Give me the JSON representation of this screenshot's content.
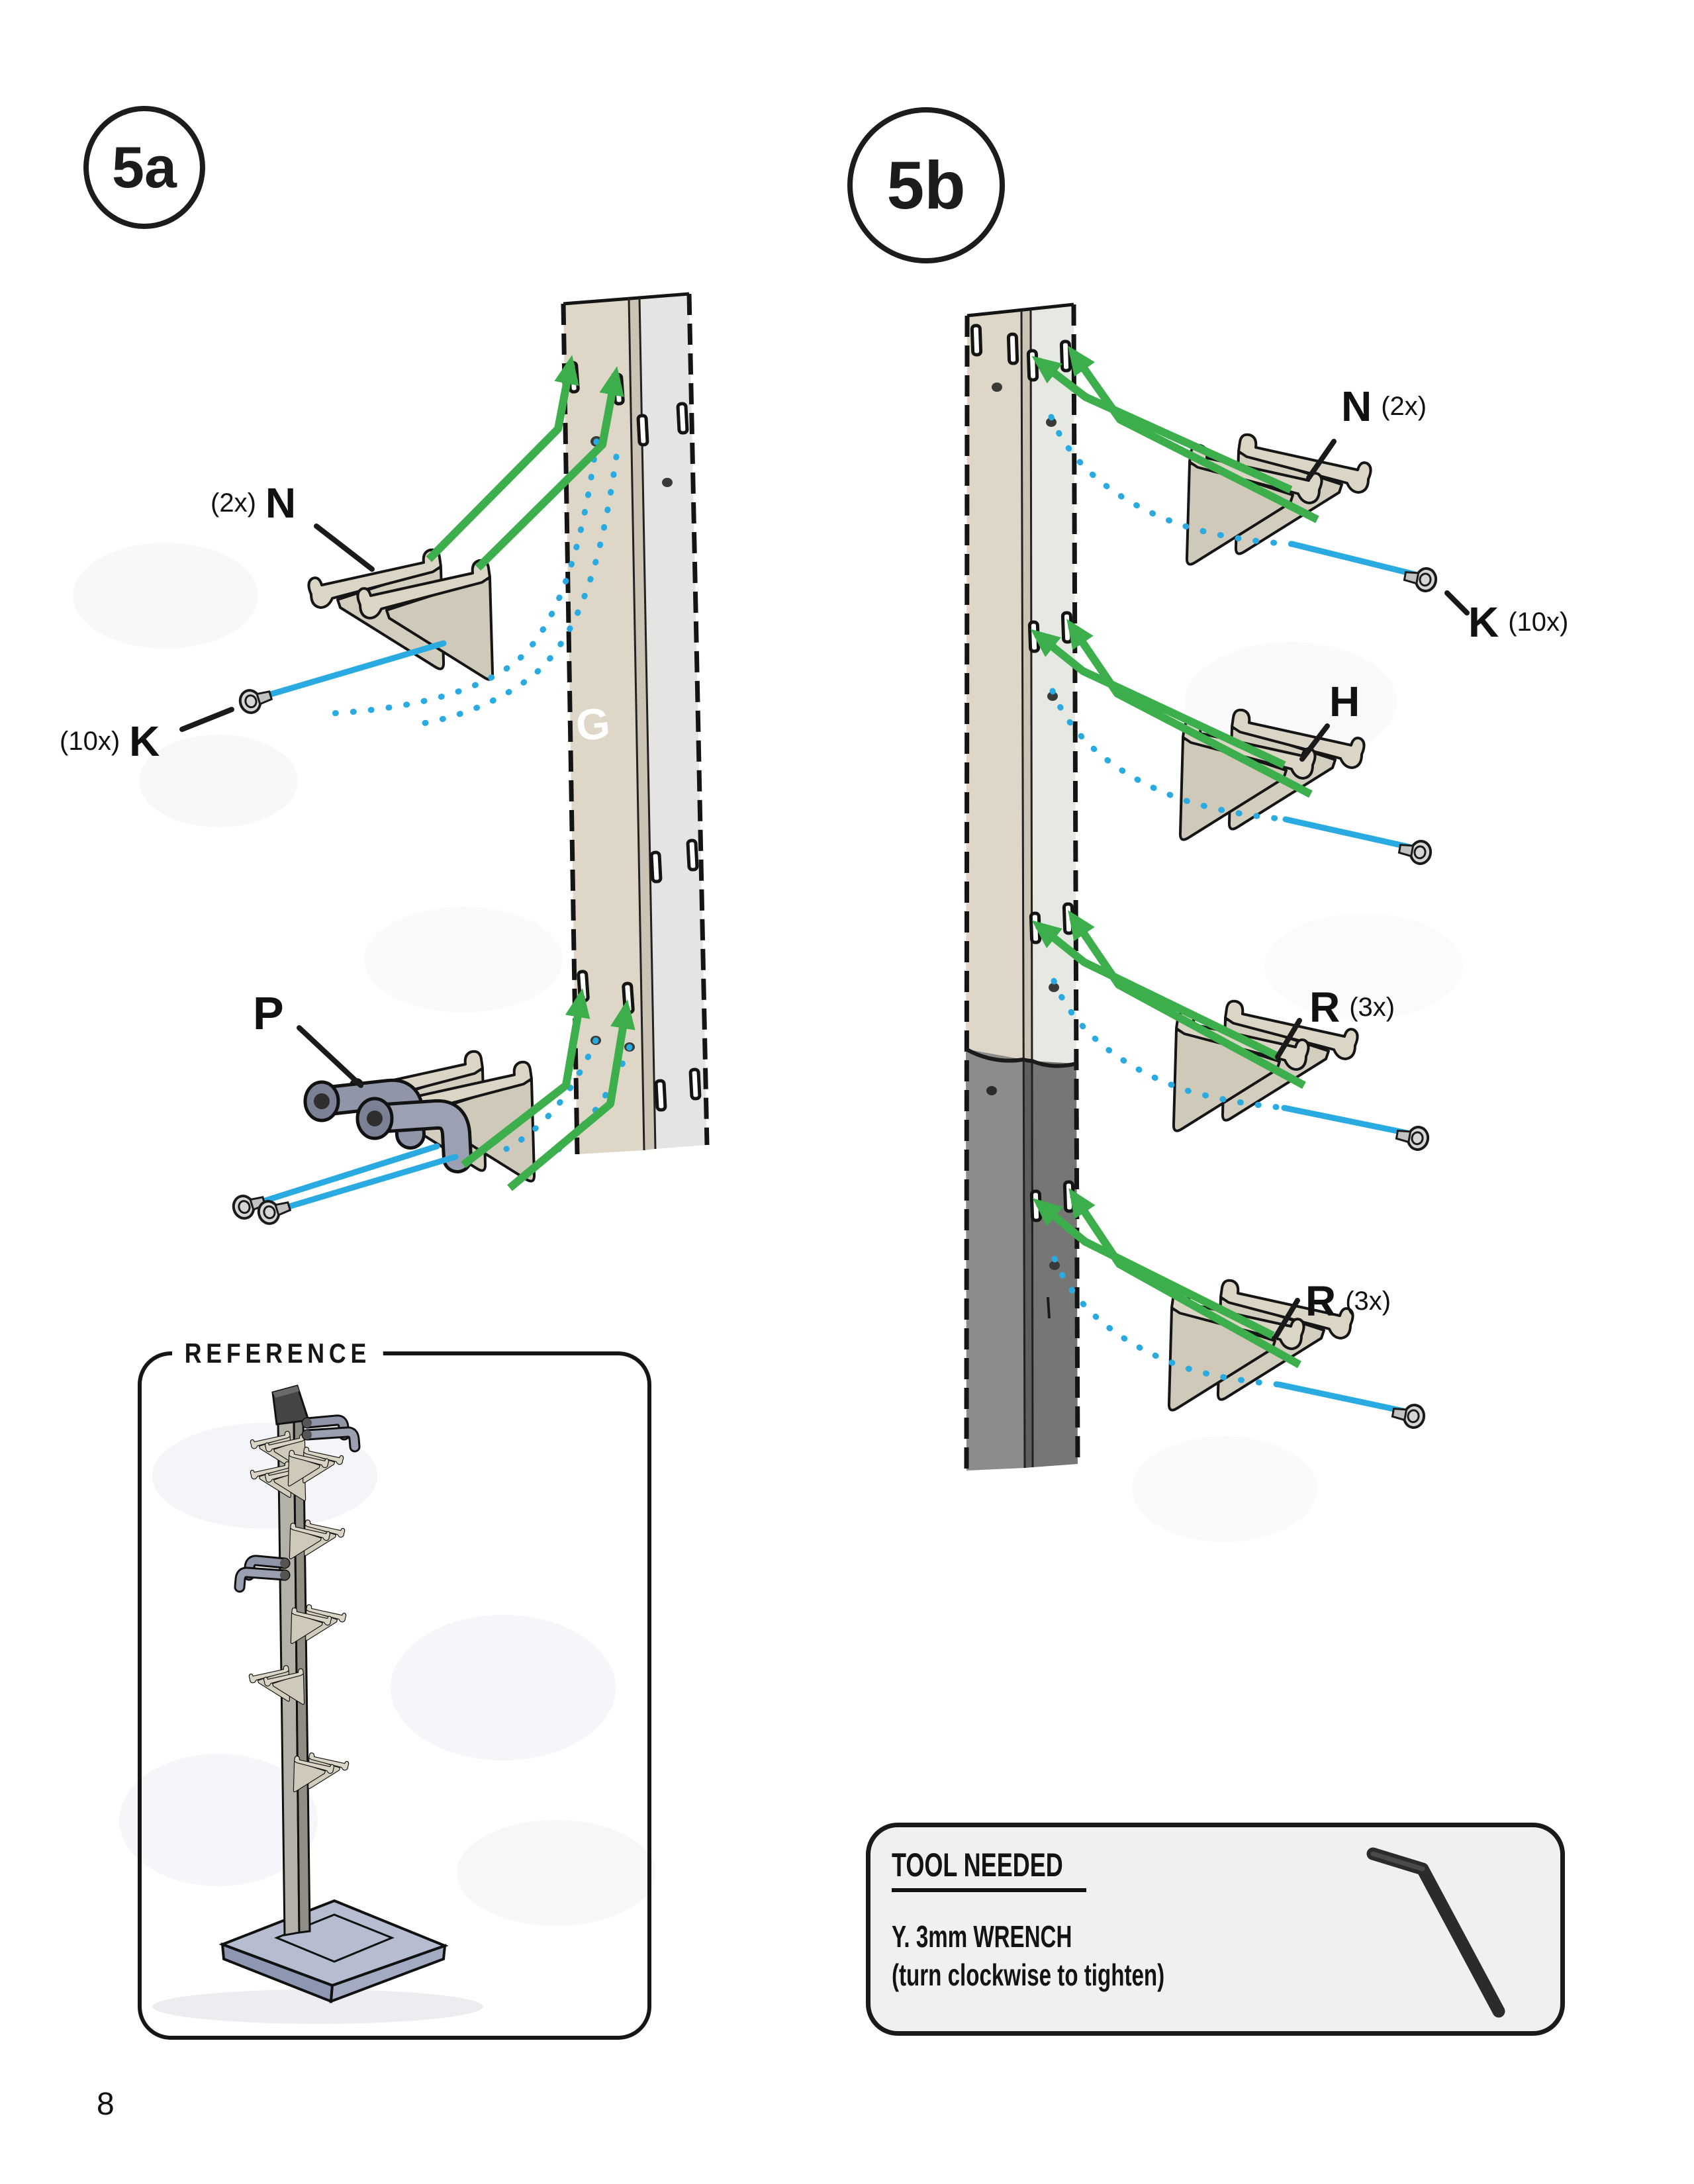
{
  "page": {
    "number": "8"
  },
  "colors": {
    "arrow_green": "#3cae4c",
    "line_blue": "#29abe2"
  },
  "step_a": {
    "badge": "5a",
    "part_n": {
      "qty": "(2x)",
      "name": "N"
    },
    "part_k": {
      "qty": "(10x)",
      "name": "K"
    },
    "part_p": {
      "name": "P"
    },
    "part_g": {
      "name": "G"
    }
  },
  "step_b": {
    "badge": "5b",
    "part_n": {
      "name": "N",
      "qty": "(2x)"
    },
    "part_k": {
      "name": "K",
      "qty": "(10x)"
    },
    "part_h": {
      "name": "H"
    },
    "part_r1": {
      "name": "R",
      "qty": "(3x)"
    },
    "part_r2": {
      "name": "R",
      "qty": "(3x)"
    }
  },
  "reference": {
    "title": "REFERENCE"
  },
  "tools": {
    "title": "TOOL NEEDED",
    "line1": "Y. 3mm WRENCH",
    "line2": "(turn clockwise to tighten)"
  }
}
